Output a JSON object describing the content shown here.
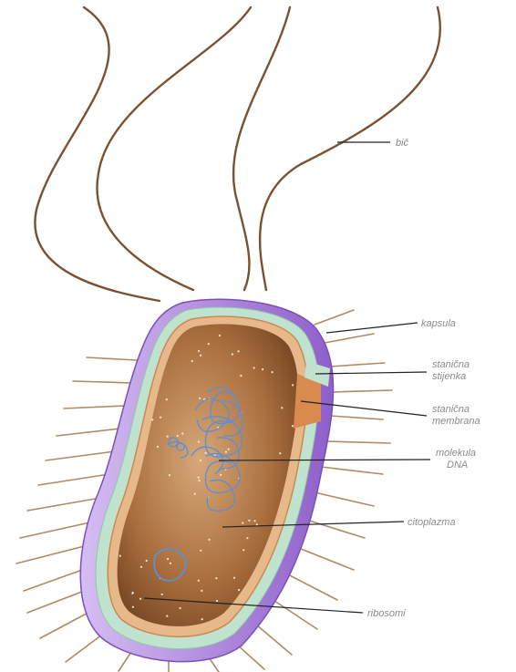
{
  "diagram": {
    "labels": [
      {
        "id": "flagellum",
        "lines": [
          "bič"
        ]
      },
      {
        "id": "capsule",
        "lines": [
          "kapsula"
        ]
      },
      {
        "id": "cell-wall",
        "lines": [
          "stanična",
          "stijenka"
        ]
      },
      {
        "id": "cell-membrane",
        "lines": [
          "stanična",
          "membrana"
        ]
      },
      {
        "id": "dna",
        "lines": [
          "molekula",
          "DNA"
        ]
      },
      {
        "id": "cytoplasm",
        "lines": [
          "citoplazma"
        ]
      },
      {
        "id": "ribosome",
        "lines": [
          "ribosomi"
        ]
      }
    ],
    "colors": {
      "capsule": "#9b6fd0",
      "capsule_light": "#c8a8ec",
      "cell_wall": "#bfe3cf",
      "membrane": "#d98a4e",
      "cytoplasm": "#a0673a",
      "cytoplasm_light": "#c99462",
      "dna": "#5b8fd6",
      "flagellum": "#7a5232",
      "pili": "#b08a62",
      "leader": "#222222",
      "label_text": "#8a8a8a"
    }
  }
}
